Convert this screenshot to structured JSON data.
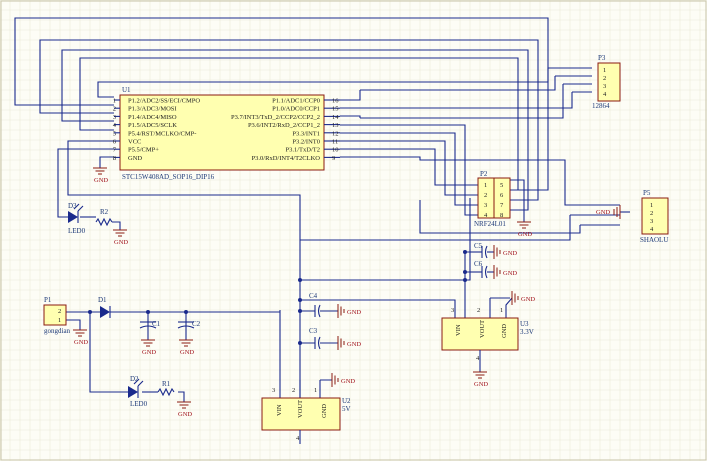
{
  "u1": {
    "ref": "U1",
    "part": "STC15W408AD_SOP16_DIP16",
    "left_pins": [
      {
        "num": "1",
        "name": "P1.2/ADC2/SS/ECI/CMPO"
      },
      {
        "num": "2",
        "name": "P1.3/ADC3/MOSI"
      },
      {
        "num": "3",
        "name": "P1.4/ADC4/MISO"
      },
      {
        "num": "4",
        "name": "P1.5/ADC5/SCLK"
      },
      {
        "num": "5",
        "name": "P5.4/RST/MCLKO/CMP-"
      },
      {
        "num": "6",
        "name": "VCC"
      },
      {
        "num": "7",
        "name": "P5.5/CMP+"
      },
      {
        "num": "8",
        "name": "GND"
      }
    ],
    "right_pins": [
      {
        "num": "16",
        "name": "P1.1/ADC1/CCP0"
      },
      {
        "num": "15",
        "name": "P1.0/ADC0/CCP1"
      },
      {
        "num": "14",
        "name": "P3.7/INT3/TxD_2/CCP2/CCP2_2"
      },
      {
        "num": "13",
        "name": "P3.6/INT2/RxD_2/CCP1_2"
      },
      {
        "num": "12",
        "name": "P3.3/INT1"
      },
      {
        "num": "11",
        "name": "P3.2/INT0"
      },
      {
        "num": "10",
        "name": "P3.1/TxD/T2"
      },
      {
        "num": "9",
        "name": "P3.0/RxD/INT4/T2CLKO"
      }
    ]
  },
  "p3": {
    "ref": "P3",
    "part": "12864",
    "pins": [
      "1",
      "2",
      "3",
      "4"
    ]
  },
  "p2": {
    "ref": "P2",
    "part": "NRF24L01",
    "pins_left": [
      "1",
      "2",
      "3",
      "4"
    ],
    "pins_right": [
      "5",
      "6",
      "7",
      "8"
    ]
  },
  "p5": {
    "ref": "P5",
    "part": "SHAOLU",
    "pins": [
      "1",
      "2",
      "3",
      "4"
    ]
  },
  "p1": {
    "ref": "P1",
    "part": "gongdian",
    "pins": [
      "2",
      "1"
    ]
  },
  "u2": {
    "ref": "U2",
    "part": "5V",
    "pins": {
      "vin": "VIN",
      "vout": "VOUT",
      "gnd": "GND"
    },
    "pin_nums": [
      "3",
      "2",
      "1",
      "4"
    ]
  },
  "u3": {
    "ref": "U3",
    "part": "3.3V",
    "pins": {
      "vin": "VIN",
      "vout": "VOUT",
      "gnd": "GND"
    },
    "pin_nums": [
      "3",
      "2",
      "1",
      "4"
    ]
  },
  "d1": {
    "ref": "D1"
  },
  "d2": {
    "ref": "D2",
    "part": "LED0"
  },
  "d3": {
    "ref": "D3",
    "part": "LED0"
  },
  "r1": {
    "ref": "R1"
  },
  "r2": {
    "ref": "R2"
  },
  "caps": {
    "c1": "C1",
    "c2": "C2",
    "c3": "C3",
    "c4": "C4",
    "c5": "C5",
    "c6": "C6"
  },
  "power": {
    "gnd": "GND"
  },
  "colors": {
    "wire": "#1a2a8c",
    "body": "#ffffb0",
    "outline": "#8a1a10",
    "power": "#a0101a",
    "background": "#fdfdf6"
  }
}
